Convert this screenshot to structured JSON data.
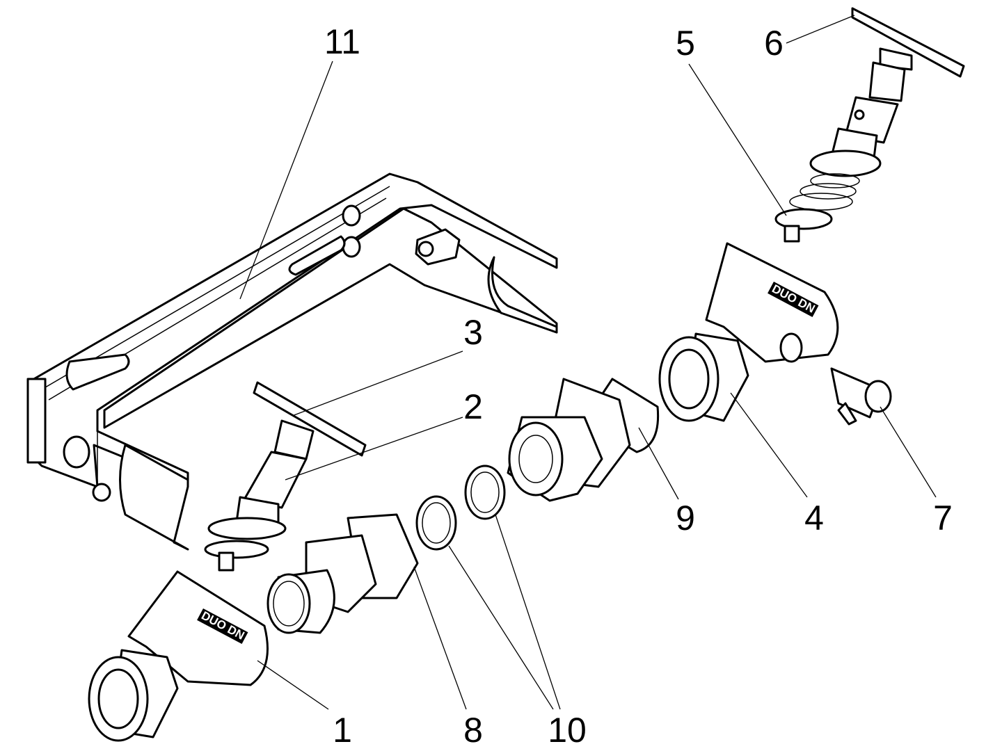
{
  "diagram": {
    "type": "exploded parts view",
    "callouts": [
      {
        "id": "11",
        "label": "11"
      },
      {
        "id": "5",
        "label": "5"
      },
      {
        "id": "6",
        "label": "6"
      },
      {
        "id": "3",
        "label": "3"
      },
      {
        "id": "2",
        "label": "2"
      },
      {
        "id": "9",
        "label": "9"
      },
      {
        "id": "4",
        "label": "4"
      },
      {
        "id": "7",
        "label": "7"
      },
      {
        "id": "1",
        "label": "1"
      },
      {
        "id": "8",
        "label": "8"
      },
      {
        "id": "10",
        "label": "10"
      }
    ],
    "part_marking": "DUO DN"
  }
}
